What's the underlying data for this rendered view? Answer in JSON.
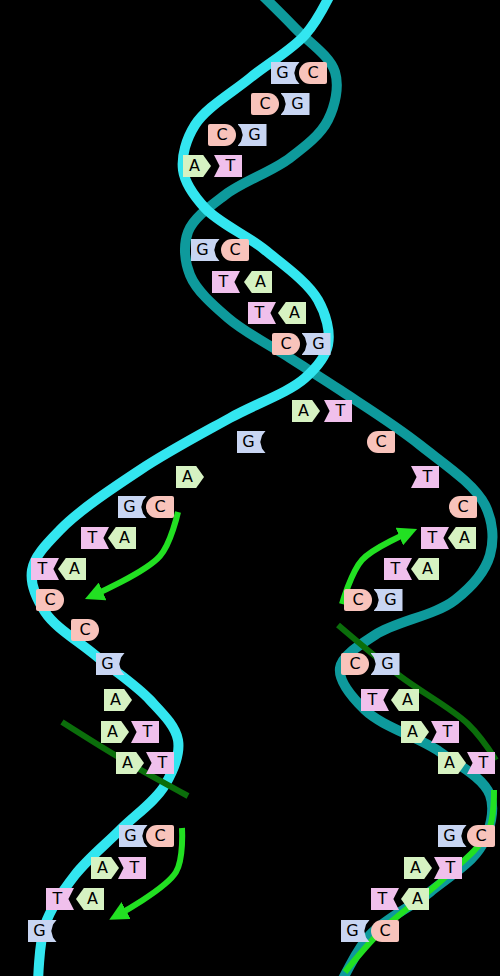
{
  "diagram": {
    "nodes": [
      {
        "text": [
          "G"
        ]
      },
      {
        "text": [
          "C"
        ]
      },
      {
        "text": [
          "C"
        ]
      },
      {
        "text": [
          "G"
        ]
      },
      {
        "text": [
          "C"
        ]
      },
      {
        "text": [
          "G"
        ]
      },
      {
        "text": [
          "A"
        ]
      },
      {
        "text": [
          "T"
        ]
      },
      {
        "text": [
          "G"
        ]
      },
      {
        "text": [
          "C"
        ]
      },
      {
        "text": [
          "T"
        ]
      },
      {
        "text": [
          "A"
        ]
      },
      {
        "text": [
          "T"
        ]
      },
      {
        "text": [
          "A"
        ]
      },
      {
        "text": [
          "C"
        ]
      },
      {
        "text": [
          "G"
        ]
      },
      {
        "text": [
          "A"
        ]
      },
      {
        "text": [
          "T"
        ]
      },
      {
        "text": [
          "G"
        ]
      },
      {
        "text": [
          "C"
        ]
      },
      {
        "text": [
          "A"
        ]
      },
      {
        "text": [
          "T"
        ]
      },
      {
        "text": [
          "G"
        ]
      },
      {
        "text": [
          "C"
        ]
      },
      {
        "text": [
          "C"
        ]
      },
      {
        "text": [
          "T"
        ]
      },
      {
        "text": [
          "A"
        ]
      },
      {
        "text": [
          "T"
        ]
      },
      {
        "text": [
          "A"
        ]
      },
      {
        "text": [
          "T"
        ]
      },
      {
        "text": [
          "A"
        ]
      },
      {
        "text": [
          "T"
        ]
      },
      {
        "text": [
          "A"
        ]
      },
      {
        "text": [
          "C"
        ]
      },
      {
        "text": [
          "C"
        ]
      },
      {
        "text": [
          "G"
        ]
      },
      {
        "text": [
          "C"
        ]
      },
      {
        "text": [
          "G"
        ]
      },
      {
        "text": [
          "C"
        ]
      },
      {
        "text": [
          "G"
        ]
      },
      {
        "text": [
          "A"
        ]
      },
      {
        "text": [
          "T"
        ]
      },
      {
        "text": [
          "A"
        ]
      },
      {
        "text": [
          "A"
        ]
      },
      {
        "text": [
          "T"
        ]
      },
      {
        "text": [
          "A"
        ]
      },
      {
        "text": [
          "T"
        ]
      },
      {
        "text": [
          "A"
        ]
      },
      {
        "text": [
          "T"
        ]
      },
      {
        "text": [
          "A"
        ]
      },
      {
        "text": [
          "T"
        ]
      },
      {
        "text": [
          "G"
        ]
      },
      {
        "text": [
          "C"
        ]
      },
      {
        "text": [
          "G"
        ]
      },
      {
        "text": [
          "C"
        ]
      },
      {
        "text": [
          "A"
        ]
      },
      {
        "text": [
          "T"
        ]
      },
      {
        "text": [
          "A"
        ]
      },
      {
        "text": [
          "T"
        ]
      },
      {
        "text": [
          "T"
        ]
      },
      {
        "text": [
          "A"
        ]
      },
      {
        "text": [
          "T"
        ]
      },
      {
        "text": [
          "A"
        ]
      },
      {
        "text": [
          "G"
        ]
      },
      {
        "text": [
          "G"
        ]
      },
      {
        "text": [
          "C"
        ]
      }
    ]
  }
}
